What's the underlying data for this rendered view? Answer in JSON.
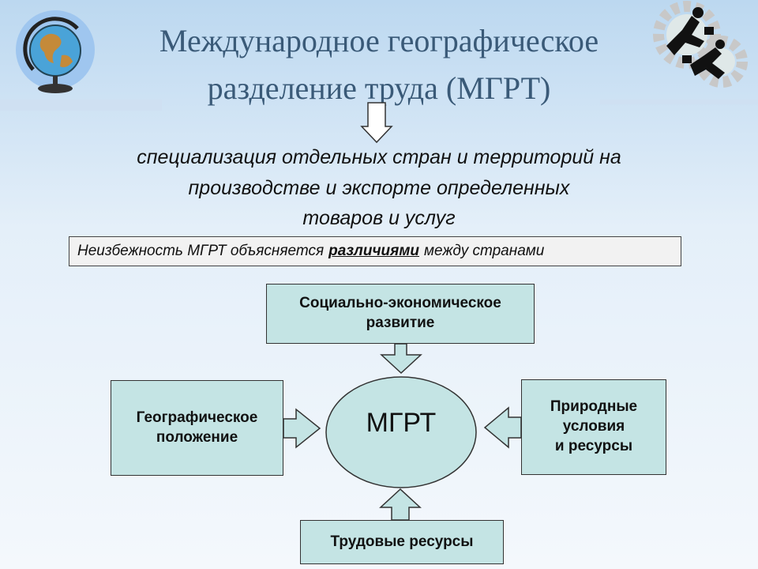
{
  "title": {
    "line1": "Международное географическое",
    "line2": "разделение труда (МГРТ)"
  },
  "definition": {
    "line1": "специализация отдельных стран и территорий на",
    "line2": "производстве и экспорте определенных",
    "line3": "товаров и услуг"
  },
  "note": {
    "before": "Неизбежность МГРТ объясняется",
    "emphasis": "различиями",
    "after": "между странами"
  },
  "diagram": {
    "center": "МГРТ",
    "top": {
      "line1": "Социально-экономическое",
      "line2": "развитие"
    },
    "left": {
      "line1": "Географическое",
      "line2": "положение"
    },
    "right": {
      "line1": "Природные",
      "line2": "условия",
      "line3": "и ресурсы"
    },
    "bottom": {
      "line1": "Трудовые ресурсы"
    }
  },
  "colors": {
    "title": "#3a5a78",
    "box_fill": "#c4e4e4",
    "arrow_fill": "#c4e4e4",
    "background_top": "#bcd8f0"
  },
  "icons": [
    "globe-icon",
    "business-gears-icon"
  ]
}
